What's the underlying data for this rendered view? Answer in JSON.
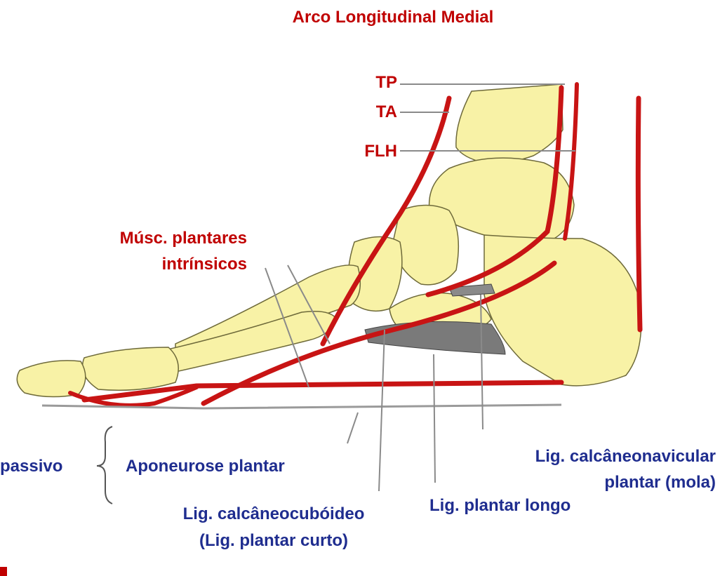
{
  "title": "Arco Longitudinal Medial",
  "labels": {
    "tp": "TP",
    "ta": "TA",
    "flh": "FLH",
    "musc_line1": "Músc. plantares",
    "musc_line2": "intrínsicos",
    "aponeurose": "Aponeurose plantar",
    "calcaneonavicular_line1": "Lig. calcâneonavicular",
    "calcaneonavicular_line2": "plantar (mola)",
    "plantar_longo": "Lig. plantar longo",
    "calcaneocuboideo_line1": "Lig. calcâneocubóideo",
    "calcaneocuboideo_line2": "(Lig. plantar curto)",
    "passivo_partial": "passivo"
  },
  "colors": {
    "muscle": "#c81414",
    "bone": "#f8f2a6",
    "bone_outline": "#6e6a3a",
    "ligament": "#8a8a8a",
    "label_red": "#c00000",
    "label_blue": "#1f2d8f"
  }
}
